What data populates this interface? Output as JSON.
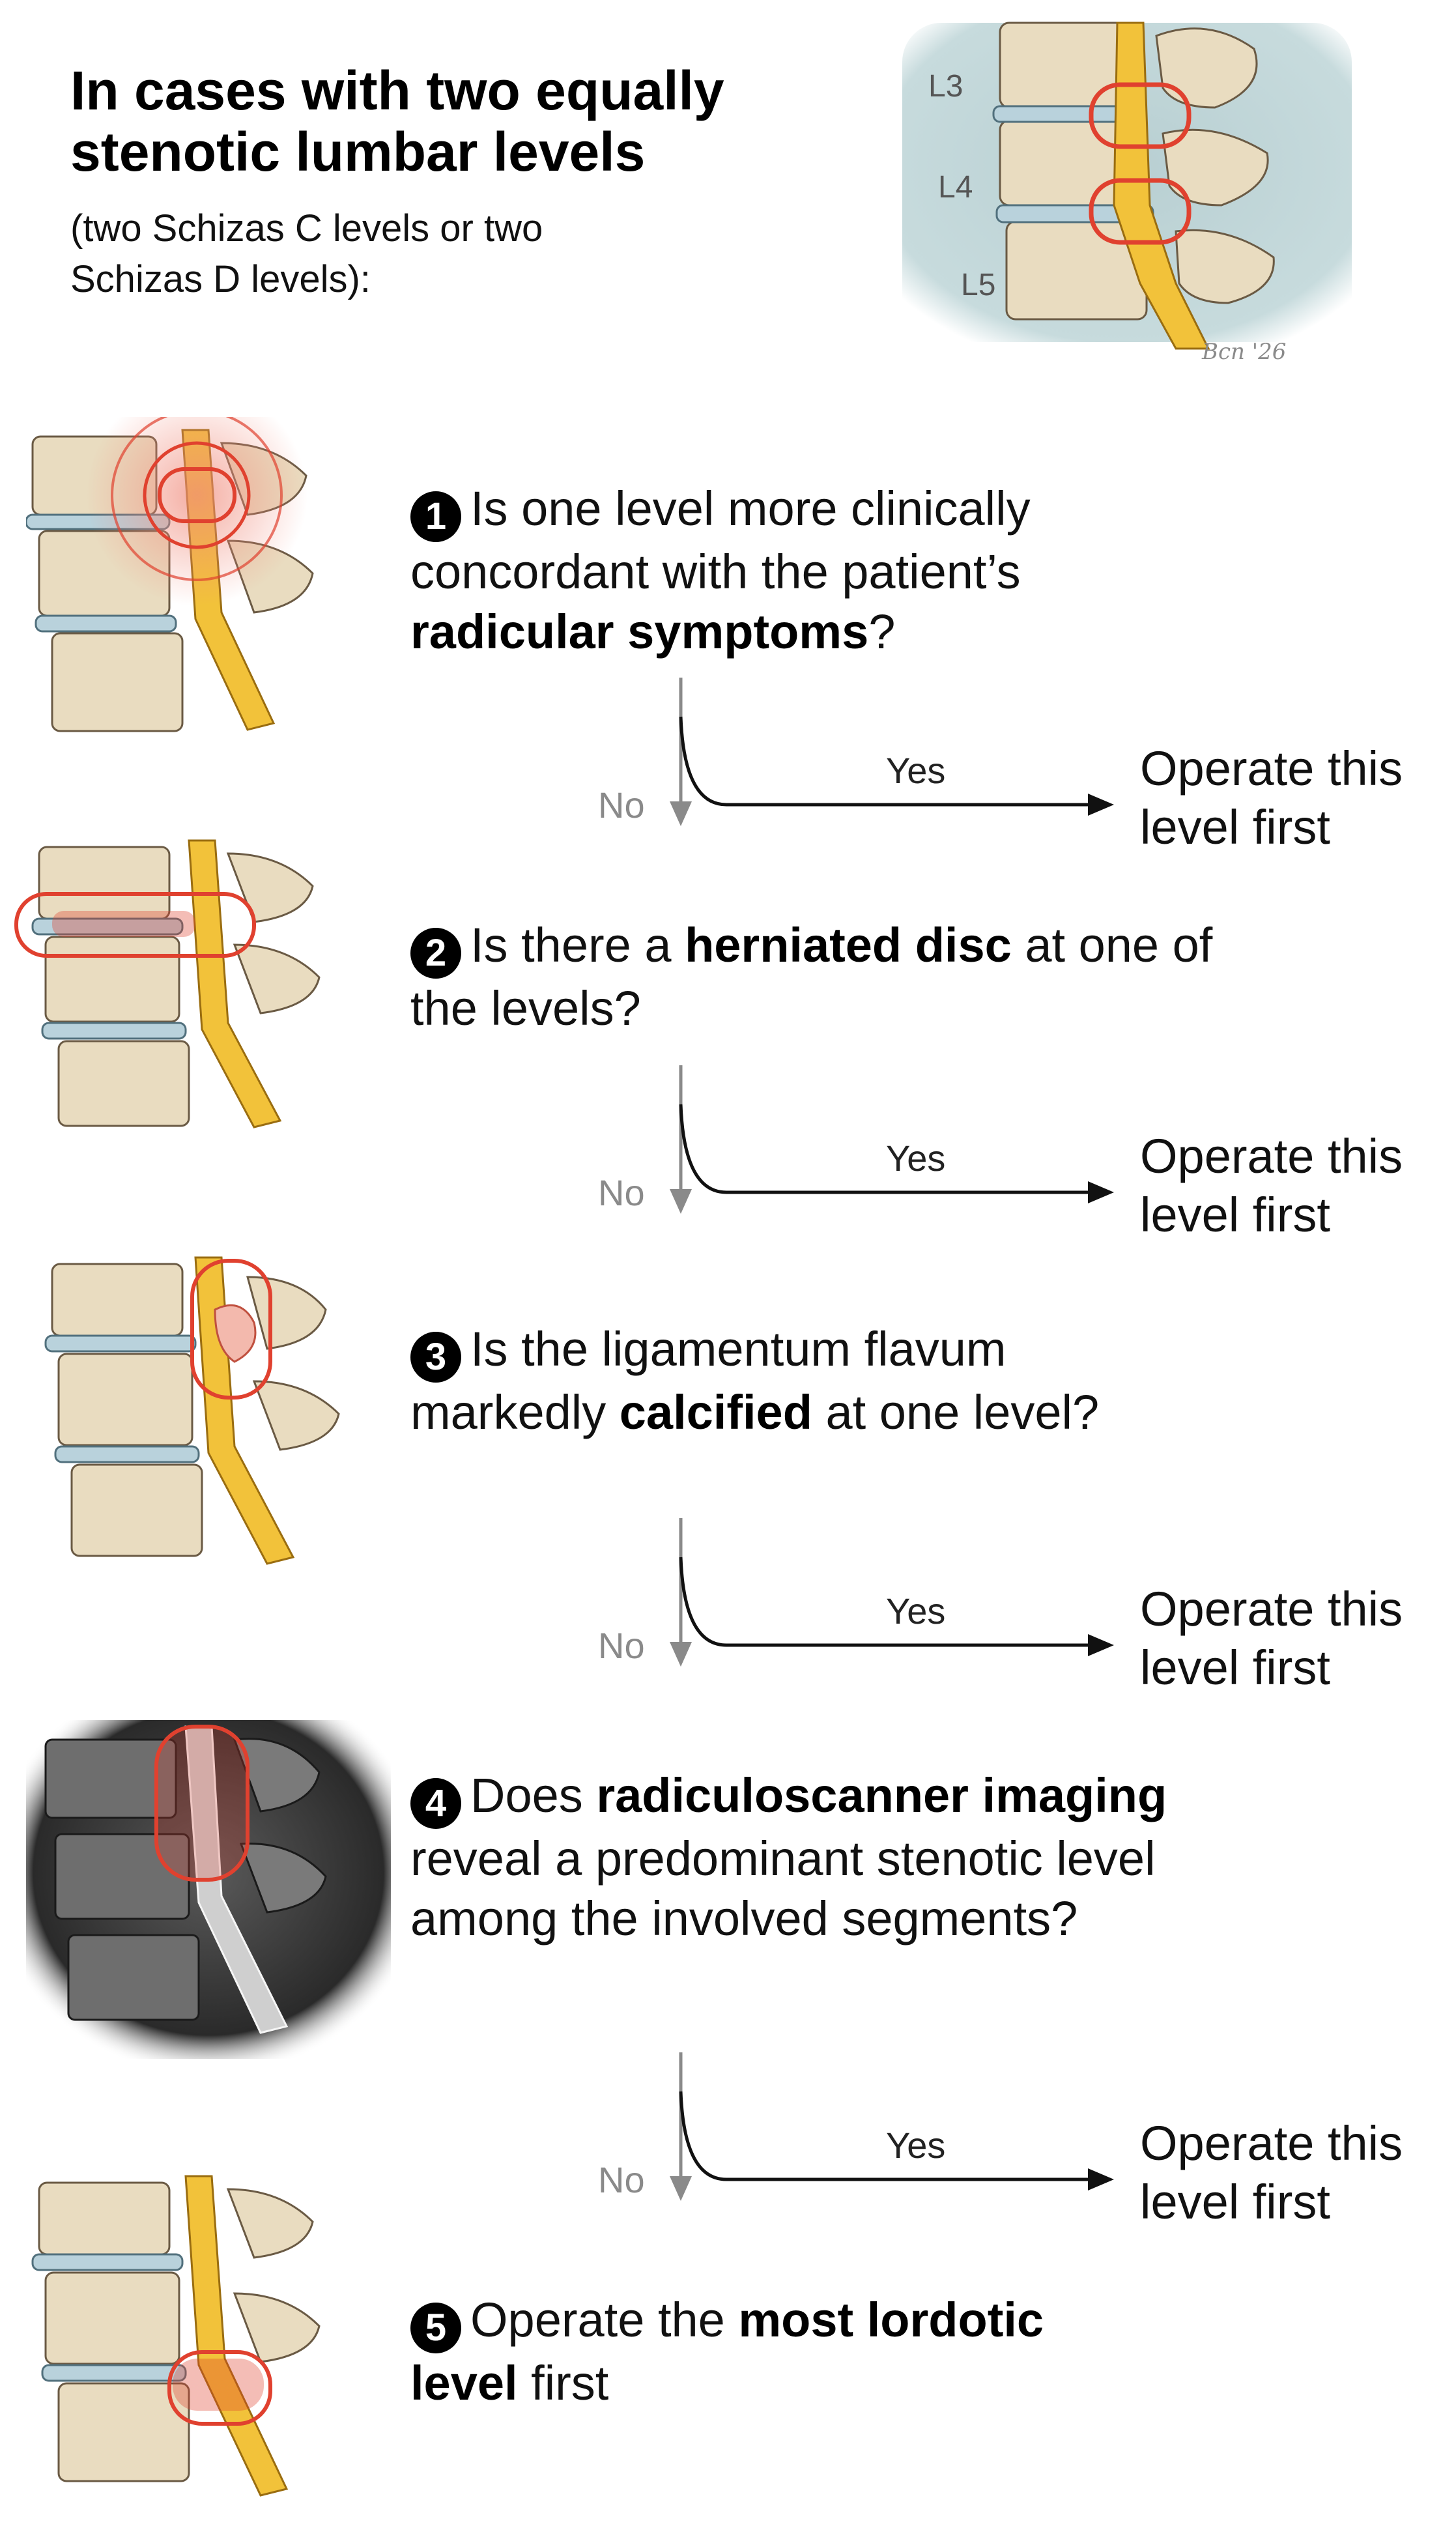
{
  "title": "In cases with two equally stenotic lumbar levels",
  "subtitle": "(two Schizas C levels or two Schizas D levels):",
  "top_image": {
    "labels": [
      "L3",
      "L4",
      "L5"
    ],
    "signature": "Bcn '26"
  },
  "steps": [
    {
      "number": "1",
      "parts": [
        {
          "text": "Is one level more clinically concordant with the patient’s ",
          "bold": false
        },
        {
          "text": "radicular symptoms",
          "bold": true
        },
        {
          "text": "?",
          "bold": false
        }
      ]
    },
    {
      "number": "2",
      "parts": [
        {
          "text": "Is there a ",
          "bold": false
        },
        {
          "text": "herniated disc",
          "bold": true
        },
        {
          "text": " at one of the levels?",
          "bold": false
        }
      ]
    },
    {
      "number": "3",
      "parts": [
        {
          "text": "Is the ligamentum flavum markedly ",
          "bold": false
        },
        {
          "text": "calcified",
          "bold": true
        },
        {
          "text": " at one level?",
          "bold": false
        }
      ]
    },
    {
      "number": "4",
      "parts": [
        {
          "text": "Does ",
          "bold": false
        },
        {
          "text": "radiculoscanner imaging",
          "bold": true
        },
        {
          "text": " reveal a predominant stenotic level among the involved segments?",
          "bold": false
        }
      ]
    },
    {
      "number": "5",
      "parts": [
        {
          "text": "Operate the ",
          "bold": false
        },
        {
          "text": "most lordotic level",
          "bold": true
        },
        {
          "text": " first",
          "bold": false
        }
      ]
    }
  ],
  "branch": {
    "yes_label": "Yes",
    "no_label": "No",
    "outcome": "Operate this level first"
  },
  "colors": {
    "highlight_red": "#e0412f",
    "nerve_yellow": "#f2c23a",
    "bone_beige": "#e9dcc0",
    "disc_blue": "#b9d2dc",
    "top_background": "#b8cfd2"
  }
}
